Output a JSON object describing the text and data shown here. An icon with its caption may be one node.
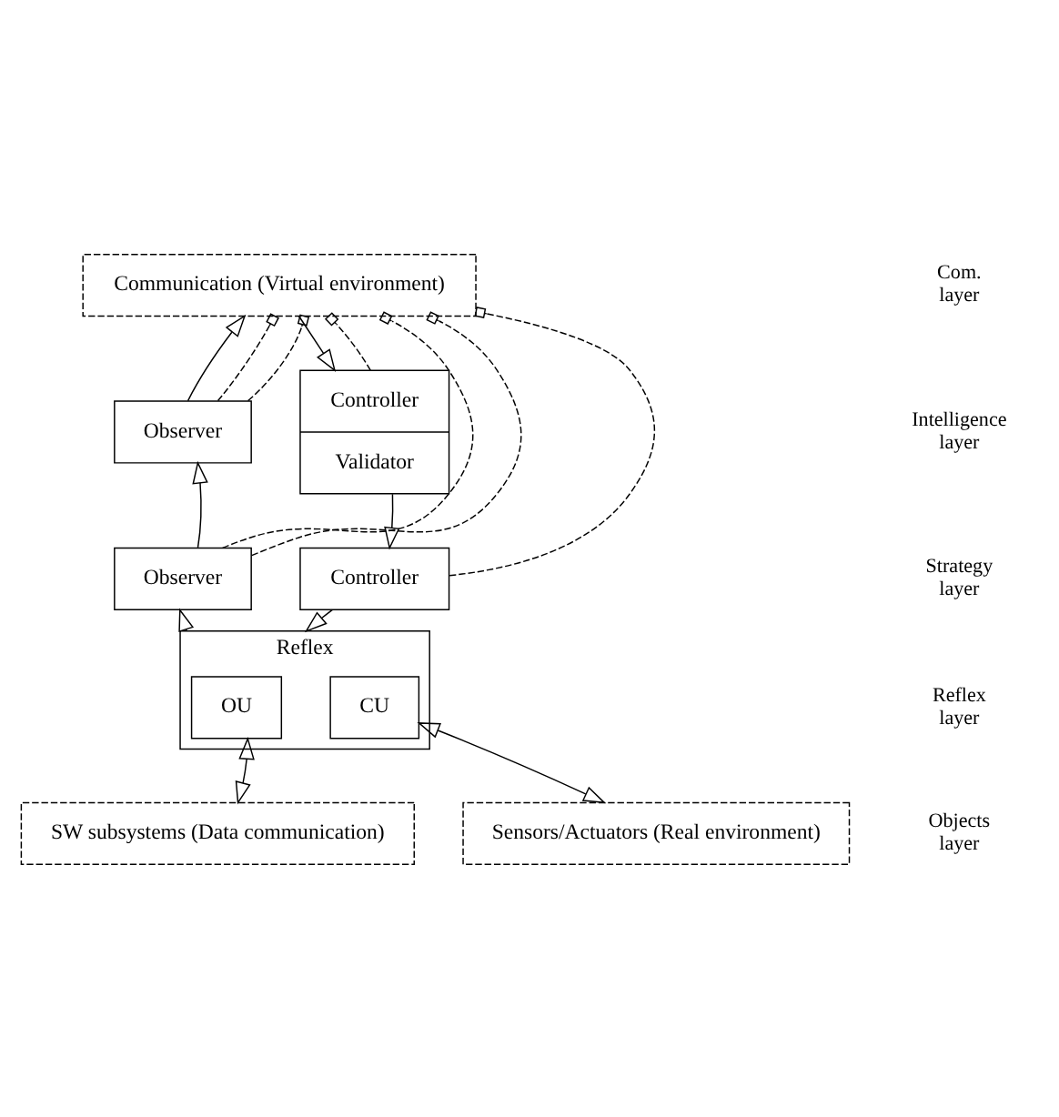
{
  "diagram": {
    "nodes": [
      {
        "text": [
          "Communication (Virtual environment)"
        ]
      },
      {
        "text": [
          "Observer"
        ]
      },
      {
        "text": [
          "Controller",
          "Validator"
        ]
      },
      {
        "text": [
          "Observer"
        ]
      },
      {
        "text": [
          "Controller"
        ]
      },
      {
        "text": [
          "Reflex"
        ]
      },
      {
        "text": [
          "OU"
        ],
        "in": 5
      },
      {
        "text": [
          "CU"
        ],
        "in": 5
      },
      {
        "text": [
          "SW subsystems (Data communication)"
        ]
      },
      {
        "text": [
          "Sensors/Actuators (Real environment)"
        ]
      }
    ],
    "edges": [
      {
        "from": 1,
        "to": 0,
        "arrow": "to"
      },
      {
        "from": 0,
        "to": 2,
        "arrow": "to"
      },
      {
        "from": 3,
        "to": 1,
        "arrow": "to"
      },
      {
        "from": 2,
        "to": 4,
        "arrow": "to"
      },
      {
        "from": 5,
        "to": 3,
        "arrow": "to"
      },
      {
        "from": 4,
        "to": 5,
        "arrow": "to"
      },
      {
        "from": 6,
        "to": 8,
        "arrow": "both"
      },
      {
        "from": 7,
        "to": 9,
        "arrow": "both"
      },
      {
        "from": 1,
        "to": 0,
        "arrow": "other",
        "style": "dashed"
      },
      {
        "from": 1,
        "to": 0,
        "arrow": "other",
        "style": "dashed"
      },
      {
        "from": 3,
        "to": 0,
        "arrow": "other",
        "style": "dashed"
      },
      {
        "from": 3,
        "to": 0,
        "arrow": "other",
        "style": "dashed"
      },
      {
        "from": 2,
        "to": 0,
        "arrow": "other",
        "style": "dashed"
      },
      {
        "from": 4,
        "to": 0,
        "arrow": "other",
        "style": "dashed"
      }
    ],
    "labels": [
      "Com. layer",
      "Intelligence layer",
      "Strategy layer",
      "Reflex layer",
      "Objects layer"
    ]
  }
}
